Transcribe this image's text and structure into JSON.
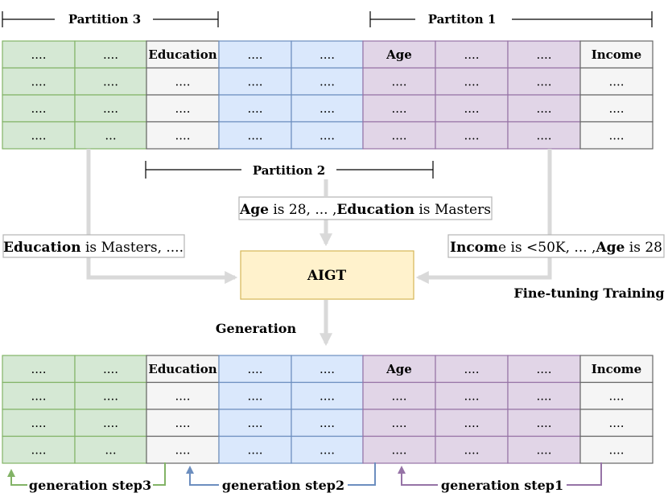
{
  "partition_labels": {
    "partition3": "Partition 3",
    "partition1": "Partiton 1",
    "partition2": "Partition 2"
  },
  "table_top": {
    "rows": [
      [
        "....",
        "....",
        "Education",
        "....",
        "....",
        "Age",
        "....",
        "....",
        "Income"
      ],
      [
        "....",
        "....",
        "....",
        "....",
        "....",
        "....",
        "....",
        "....",
        "...."
      ],
      [
        "....",
        "....",
        "....",
        "....",
        "....",
        "....",
        "....",
        "....",
        "...."
      ],
      [
        "....",
        "...",
        "....",
        "....",
        "....",
        "....",
        "....",
        "....",
        "...."
      ]
    ]
  },
  "table_bottom": {
    "rows": [
      [
        "....",
        "....",
        "Education",
        "....",
        "....",
        "Age",
        "....",
        "....",
        "Income"
      ],
      [
        "....",
        "....",
        "....",
        "....",
        "....",
        "....",
        "....",
        "....",
        "...."
      ],
      [
        "....",
        "....",
        "....",
        "....",
        "....",
        "....",
        "....",
        "....",
        "...."
      ],
      [
        "....",
        "...",
        "....",
        "....",
        "....",
        "....",
        "....",
        "....",
        "...."
      ]
    ]
  },
  "prompts": {
    "middle": {
      "b1": "Age",
      "t1": " is 28, ... ,",
      "b2": "Education",
      "t2": " is Masters"
    },
    "left": {
      "b1": "Education",
      "t1": " is Masters, ...."
    },
    "right": {
      "b1": "Incom",
      "t1": "e is <50K, ... ,",
      "b2": "Age",
      "t2": " is 28"
    }
  },
  "model_label": "AIGT",
  "fine_tuning_label": "Fine-tuning Training",
  "generation_label": "Generation",
  "steps": {
    "step3": "generation step3",
    "step2": "generation step2",
    "step1": "generation step1"
  },
  "colors": {
    "green_fill": "#d5e8d4",
    "green_stroke": "#82b366",
    "blue_fill": "#dae8fc",
    "blue_stroke": "#6c8ebf",
    "purple_fill": "#e1d5e7",
    "purple_stroke": "#9673a6",
    "gray_fill": "#f5f5f5",
    "gray_stroke": "#666666",
    "model_fill": "#fff2cc",
    "model_stroke": "#d6b656",
    "arrow_gray": "#d9d9d9"
  }
}
